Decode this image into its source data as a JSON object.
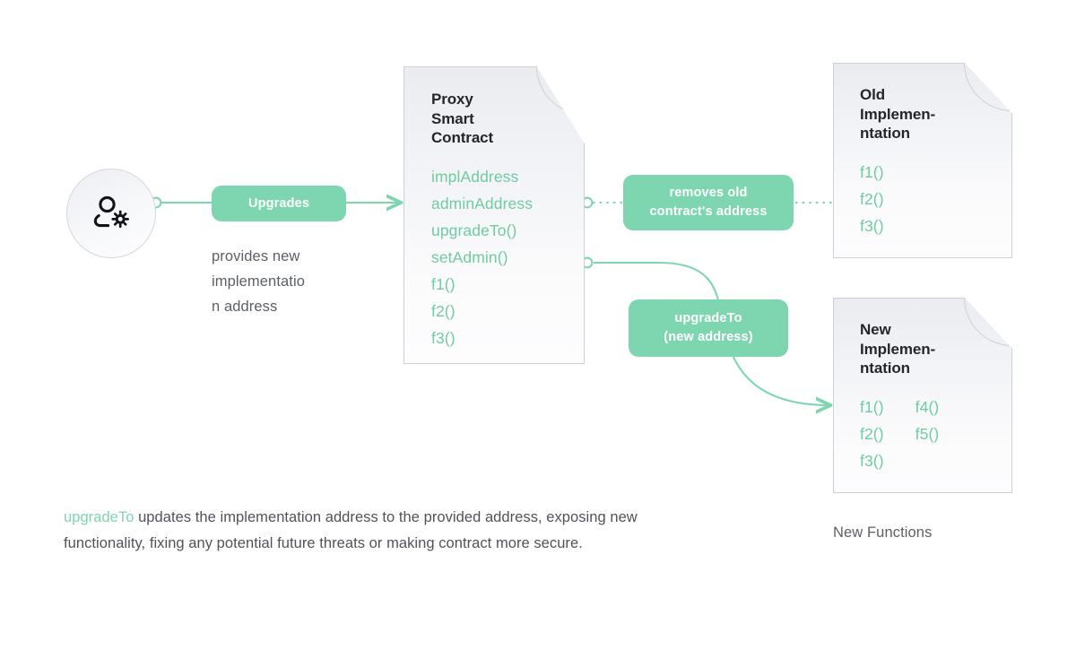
{
  "actor": {
    "icon": "user-gear-icon",
    "label": ""
  },
  "pills": {
    "upgrades": "Upgrades",
    "removes_old": "removes old\ncontract's address",
    "upgrade_to": "upgradeTo\n(new  address)"
  },
  "notes": {
    "provides": "provides new\nimplementatio\nn address",
    "new_functions": "New Functions"
  },
  "cards": {
    "proxy": {
      "title": "Proxy\nSmart\nContract",
      "members_col1": [
        "implAddress",
        "adminAddress",
        "upgradeTo()",
        "setAdmin()",
        "f1()",
        "f2()",
        "f3()"
      ],
      "members_col2": []
    },
    "old_implementation": {
      "title": "Old\nImplemen-\nntation",
      "members_col1": [
        "f1()",
        "f2()",
        "f3()"
      ],
      "members_col2": []
    },
    "new_implementation": {
      "title": "New\nImplemen-\nntation",
      "members_col1": [
        "f1()",
        "f2()",
        "f3()"
      ],
      "members_col2": [
        "f4()",
        "f5()"
      ]
    }
  },
  "paragraph": {
    "keyword": "upgradeTo",
    "rest": " updates the implementation address to the provided address, exposing new functionality, fixing any potential future threats or making contract more secure."
  },
  "colors": {
    "accent_green": "#7ed6b0",
    "text_green": "#6ecba2",
    "card_border": "#cdd0d7",
    "heading": "#23272b",
    "body_text": "#4f5359",
    "background": "#ffffff"
  }
}
